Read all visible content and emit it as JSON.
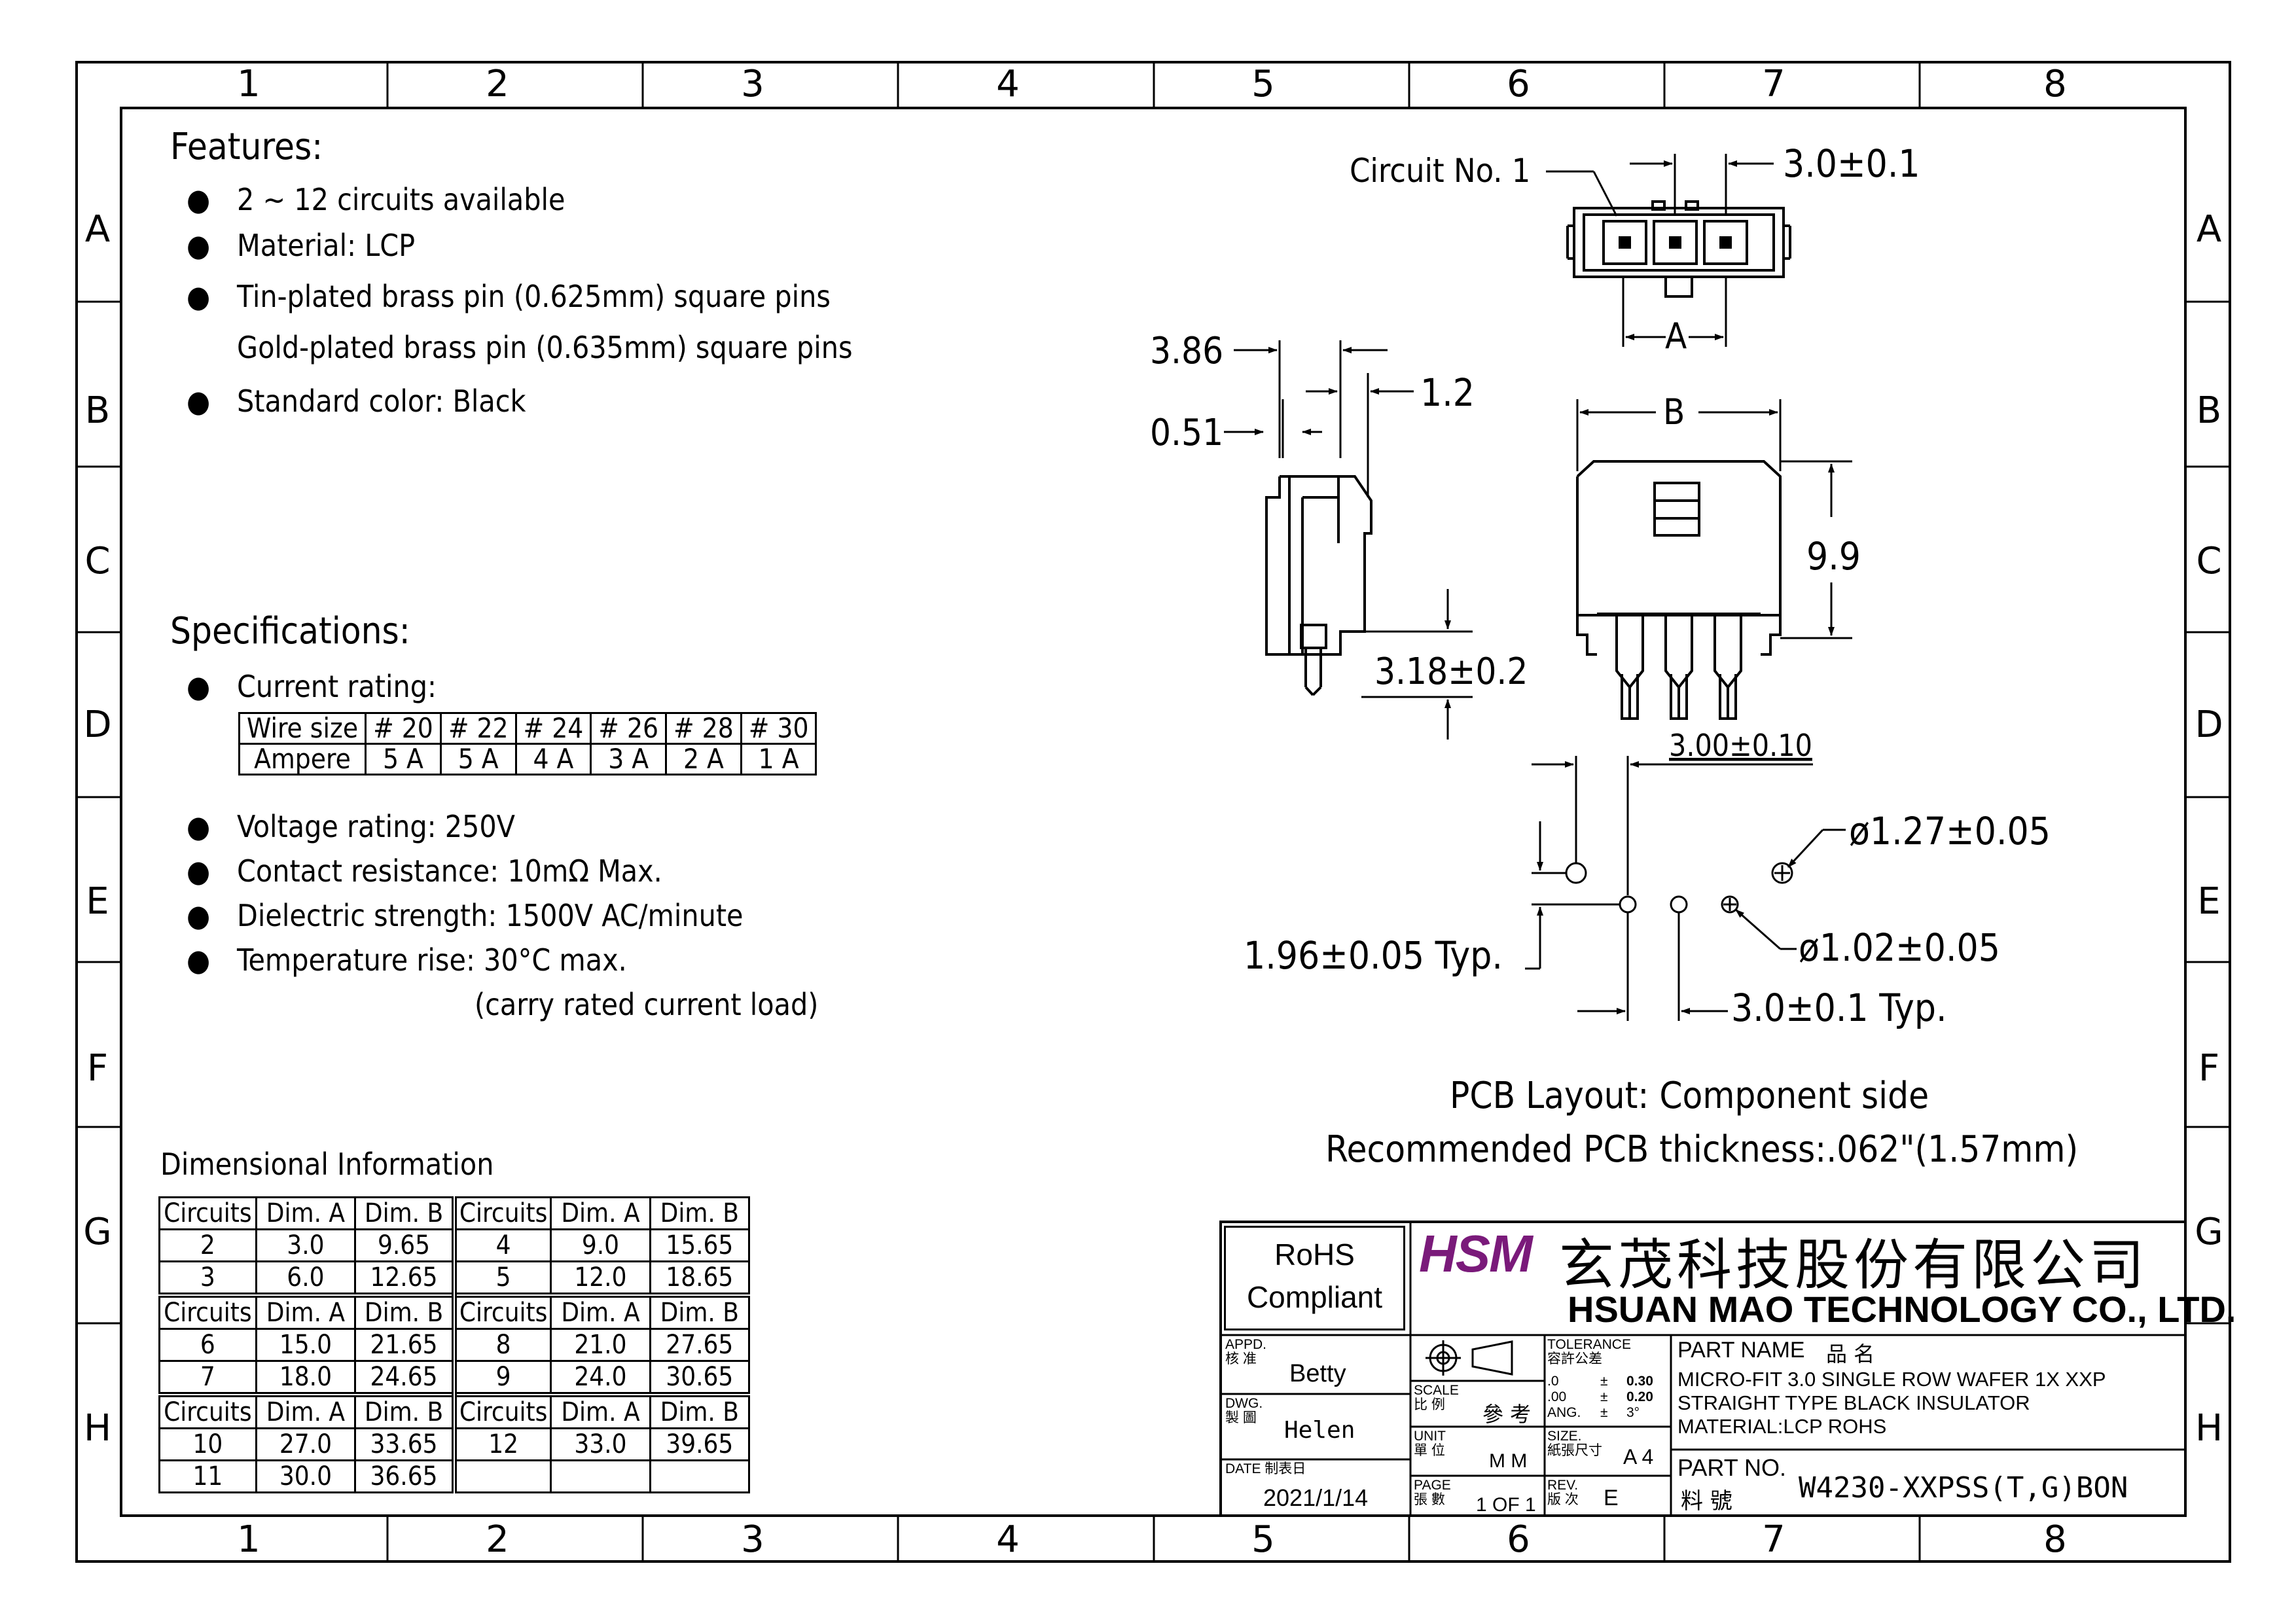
{
  "zones": {
    "columns": [
      "1",
      "2",
      "3",
      "4",
      "5",
      "6",
      "7",
      "8"
    ],
    "rows": [
      "A",
      "B",
      "C",
      "D",
      "E",
      "F",
      "G",
      "H"
    ]
  },
  "features": {
    "heading": "Features:",
    "items": [
      "2 ~ 12 circuits available",
      "Material: LCP",
      "Tin-plated brass pin (0.625mm) square pins",
      "Standard color: Black"
    ],
    "item_continuation": "Gold-plated brass pin (0.635mm) square pins"
  },
  "specifications": {
    "heading": "Specifications:",
    "current_rating_label": "Current rating:",
    "current_table": {
      "header": [
        "Wire size",
        "# 20",
        "# 22",
        "# 24",
        "# 26",
        "# 28",
        "# 30"
      ],
      "row": [
        "Ampere",
        "5 A",
        "5 A",
        "4 A",
        "3 A",
        "2 A",
        "1 A"
      ]
    },
    "items": [
      "Voltage rating: 250V",
      "Contact resistance: 10mΩ Max.",
      "Dielectric strength: 1500V AC/minute",
      "Temperature rise: 30°C max."
    ],
    "temperature_note": "(carry rated current load)"
  },
  "dimensional": {
    "heading": "Dimensional Information",
    "header": [
      "Circuits",
      "Dim. A",
      "Dim. B",
      "Circuits",
      "Dim. A",
      "Dim. B"
    ],
    "groups": [
      [
        [
          "2",
          "3.0",
          "9.65",
          "4",
          "9.0",
          "15.65"
        ],
        [
          "3",
          "6.0",
          "12.65",
          "5",
          "12.0",
          "18.65"
        ]
      ],
      [
        [
          "6",
          "15.0",
          "21.65",
          "8",
          "21.0",
          "27.65"
        ],
        [
          "7",
          "18.0",
          "24.65",
          "9",
          "24.0",
          "30.65"
        ]
      ],
      [
        [
          "10",
          "27.0",
          "33.65",
          "12",
          "33.0",
          "39.65"
        ],
        [
          "11",
          "30.0",
          "36.65",
          "",
          "",
          ""
        ]
      ]
    ]
  },
  "drawing": {
    "circuit_no": "Circuit No. 1",
    "pitch": "3.0±0.1",
    "dim_a": "A",
    "dim_b": "B",
    "d386": "3.86",
    "d051": "0.51",
    "d12": "1.2",
    "d99": "9.9",
    "d318": "3.18±0.2",
    "pcb_pitch": "3.00±0.10",
    "hole127": "ø1.27±0.05",
    "hole102": "ø1.02±0.05",
    "d196": "1.96±0.05 Typ.",
    "d30typ": "3.0±0.1 Typ.",
    "pcb_line1": "PCB Layout: Component side",
    "pcb_line2": "Recommended PCB thickness:.062\"(1.57mm)"
  },
  "title_block": {
    "rohs1": "RoHS",
    "rohs2": "Compliant",
    "logo": "HSM",
    "company_cn": "玄茂科技股份有限公司",
    "company_en": "HSUAN MAO TECHNOLOGY CO., LTD.",
    "appd_label": "APPD.",
    "appd_cn": "核 准",
    "appd_name": "Betty",
    "dwg_label": "DWG.",
    "dwg_cn": "製 圖",
    "dwg_name": "Helen",
    "date_label": "DATE 制表日",
    "date": "2021/1/14",
    "scale_label": "SCALE",
    "scale_cn": "比 例",
    "scale_value": "參 考",
    "unit_label": "UNIT",
    "unit_cn": "單 位",
    "unit_value": "M M",
    "page_label": "PAGE",
    "page_cn": "張 數",
    "page_value": "1 OF 1",
    "tol_label": "TOLERANCE",
    "tol_cn": "容許公差",
    "tol_rows": [
      [
        ".0",
        "±",
        "0.30"
      ],
      [
        ".00",
        "±",
        "0.20"
      ],
      [
        "ANG.",
        "±",
        "3°"
      ]
    ],
    "size_label": "SIZE.",
    "size_cn": "紙張尺寸",
    "size_value": "A 4",
    "rev_label": "REV.",
    "rev_cn": "版 次",
    "rev_value": "E",
    "part_name_label": "PART NAME",
    "part_name_cn": "品  名",
    "part_name_lines": [
      "MICRO-FIT 3.0 SINGLE ROW WAFER 1X XXP",
      "STRAIGHT TYPE BLACK INSULATOR",
      "MATERIAL:LCP ROHS"
    ],
    "part_no_label": "PART NO.",
    "part_no_cn": "料  號",
    "part_no": "W4230-XXPSS(T,G)BON"
  }
}
